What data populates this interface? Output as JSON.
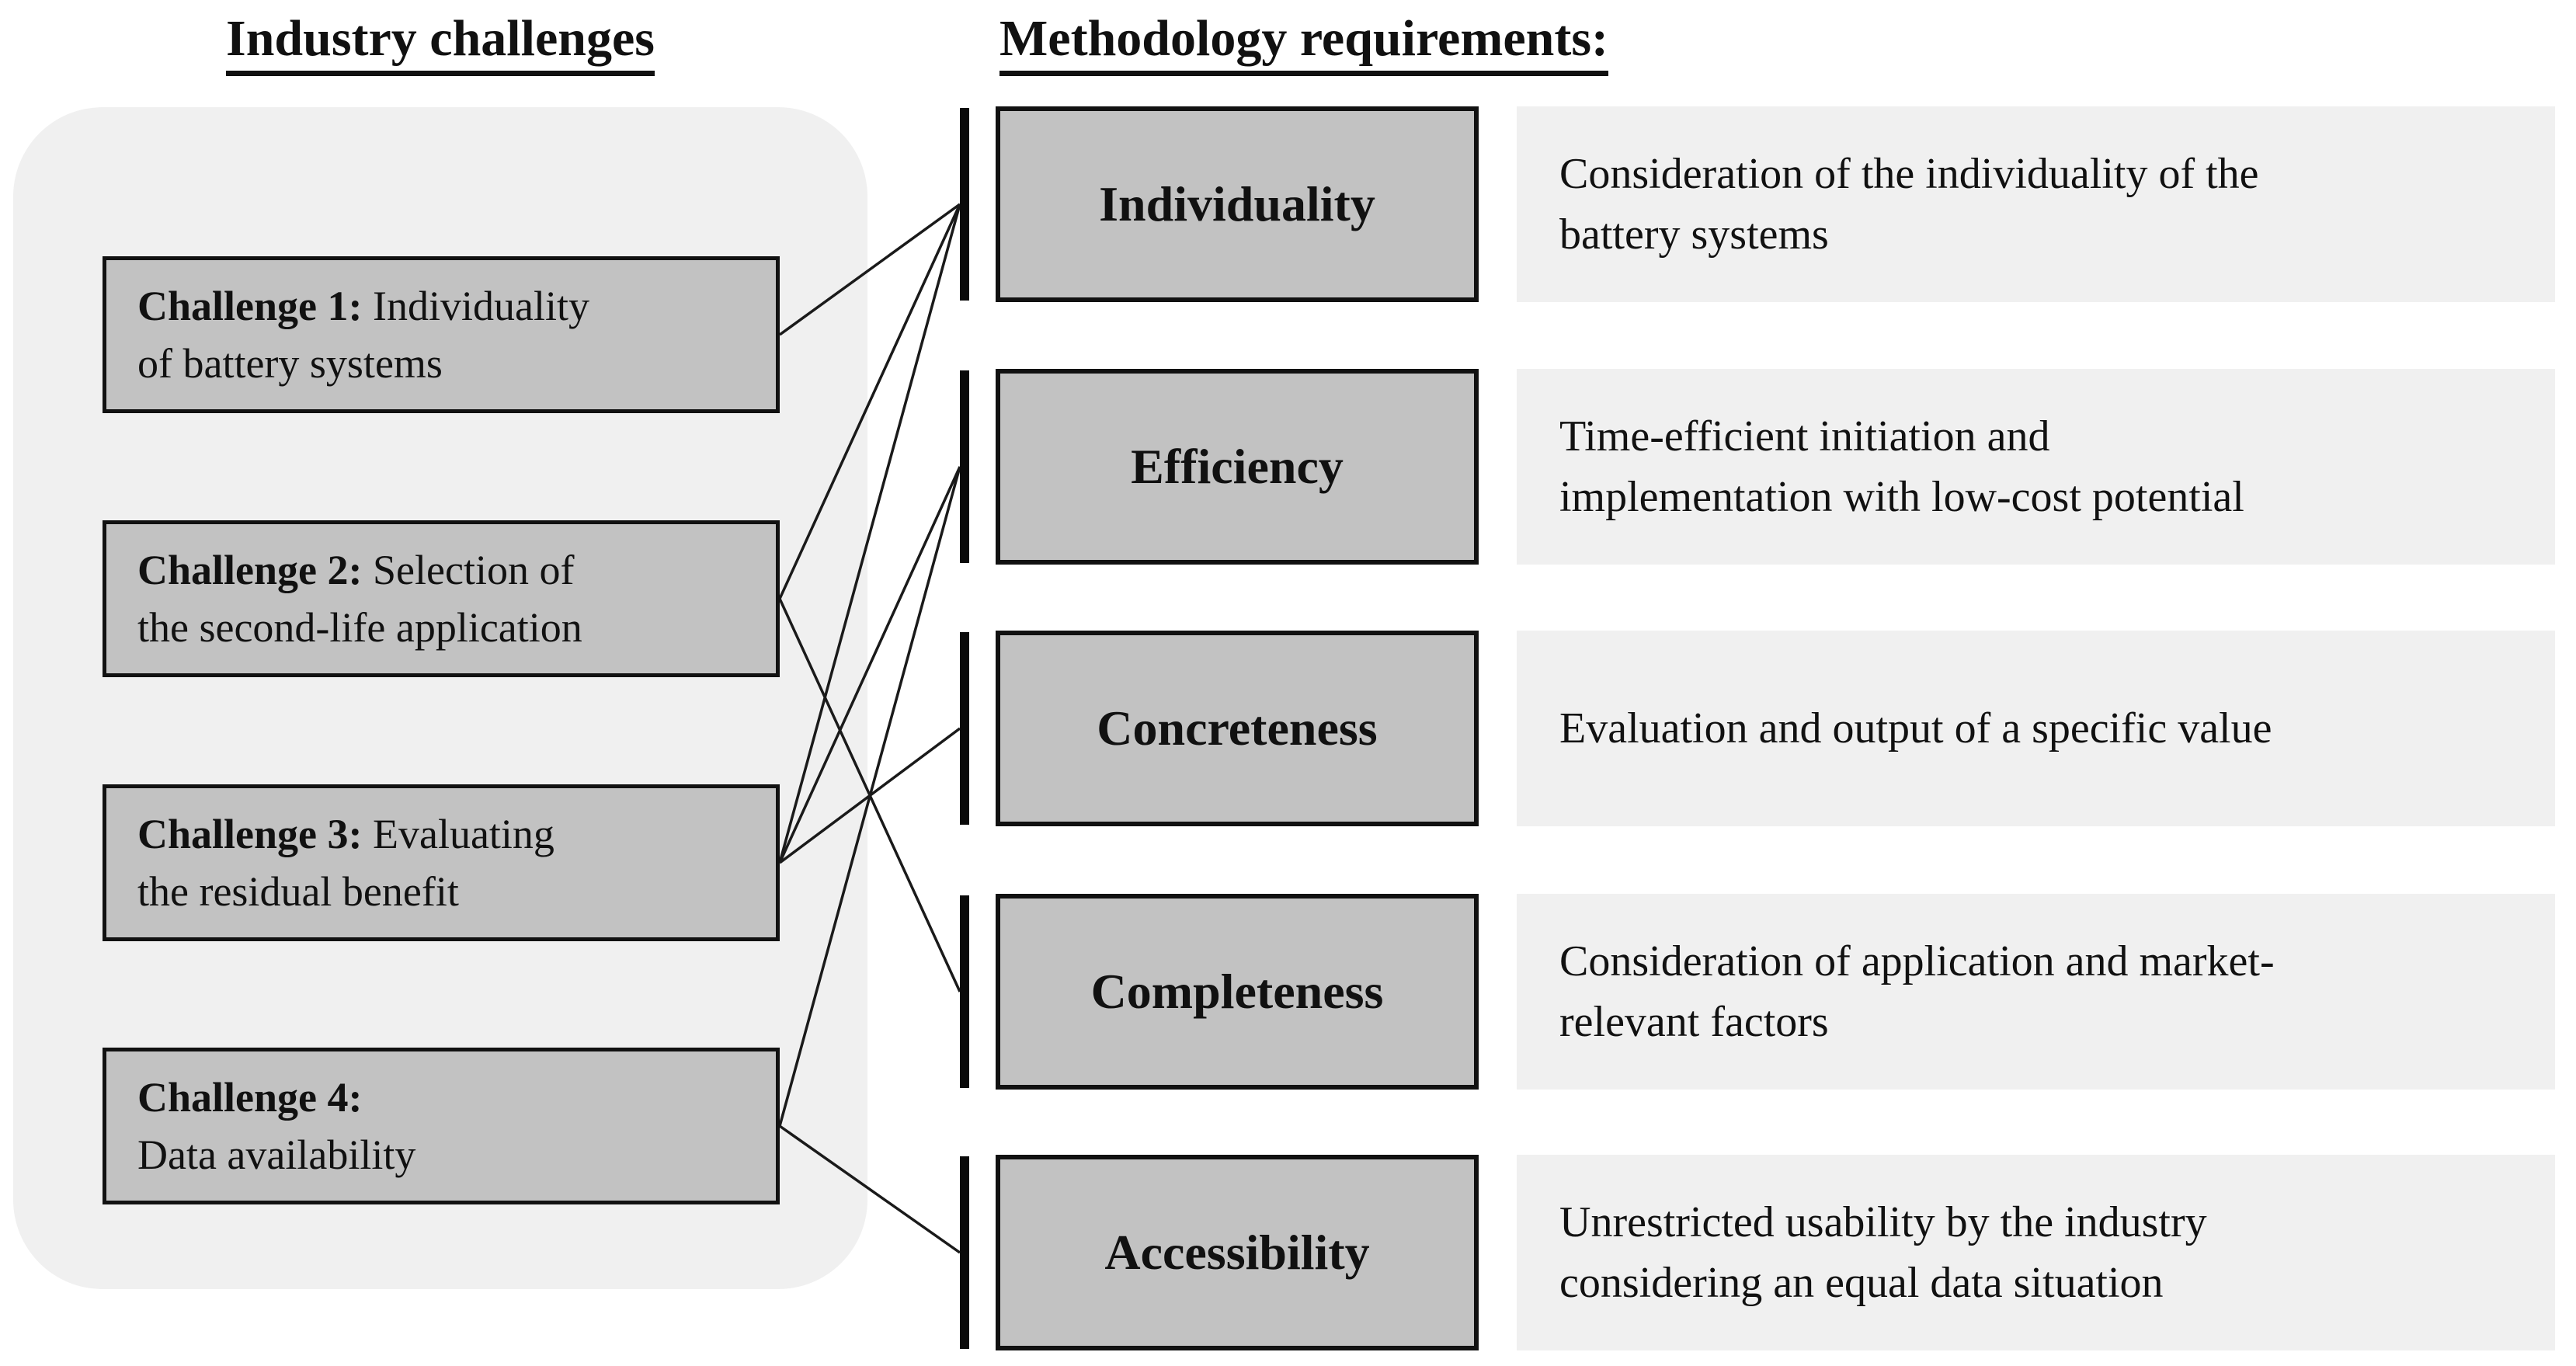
{
  "headers": {
    "left": "Industry challenges",
    "right": "Methodology requirements:"
  },
  "challenges": [
    {
      "prefix": "Challenge 1:",
      "rest": [
        "Individuality",
        "of battery systems"
      ]
    },
    {
      "prefix": "Challenge 2:",
      "rest": [
        "Selection of",
        "the second-life application"
      ]
    },
    {
      "prefix": "Challenge 3:",
      "rest": [
        "Evaluating",
        "the residual benefit"
      ]
    },
    {
      "prefix": "Challenge 4:",
      "rest": [
        "",
        "Data availability"
      ]
    }
  ],
  "requirements": [
    {
      "label": "Individuality",
      "description": [
        "Consideration of the individuality of the",
        "battery systems"
      ]
    },
    {
      "label": "Efficiency",
      "description": [
        "Time-efficient initiation and",
        "implementation with low-cost potential"
      ]
    },
    {
      "label": "Concreteness",
      "description": [
        "Evaluation and output of a specific value"
      ]
    },
    {
      "label": "Completeness",
      "description": [
        "Consideration of application and market-",
        "relevant factors"
      ]
    },
    {
      "label": "Accessibility",
      "description": [
        "Unrestricted usability by the industry",
        "considering an equal data situation"
      ]
    }
  ],
  "connections": [
    {
      "from": "Challenge 1",
      "to": "Individuality",
      "challenge_index": 0,
      "requirement_index": 0
    },
    {
      "from": "Challenge 2",
      "to": "Individuality",
      "challenge_index": 1,
      "requirement_index": 0
    },
    {
      "from": "Challenge 3",
      "to": "Individuality",
      "challenge_index": 2,
      "requirement_index": 0
    },
    {
      "from": "Challenge 3",
      "to": "Efficiency",
      "challenge_index": 2,
      "requirement_index": 1
    },
    {
      "from": "Challenge 4",
      "to": "Efficiency",
      "challenge_index": 3,
      "requirement_index": 1
    },
    {
      "from": "Challenge 3",
      "to": "Concreteness",
      "challenge_index": 2,
      "requirement_index": 2
    },
    {
      "from": "Challenge 2",
      "to": "Completeness",
      "challenge_index": 1,
      "requirement_index": 3
    },
    {
      "from": "Challenge 4",
      "to": "Accessibility",
      "challenge_index": 3,
      "requirement_index": 4
    }
  ],
  "colors": {
    "box_fill": "#c2c2c2",
    "panel_fill": "#f0f0f0",
    "description_fill": "#f0f0f0",
    "border": "#111111",
    "line": "#1a1a1a",
    "background": "#ffffff"
  }
}
